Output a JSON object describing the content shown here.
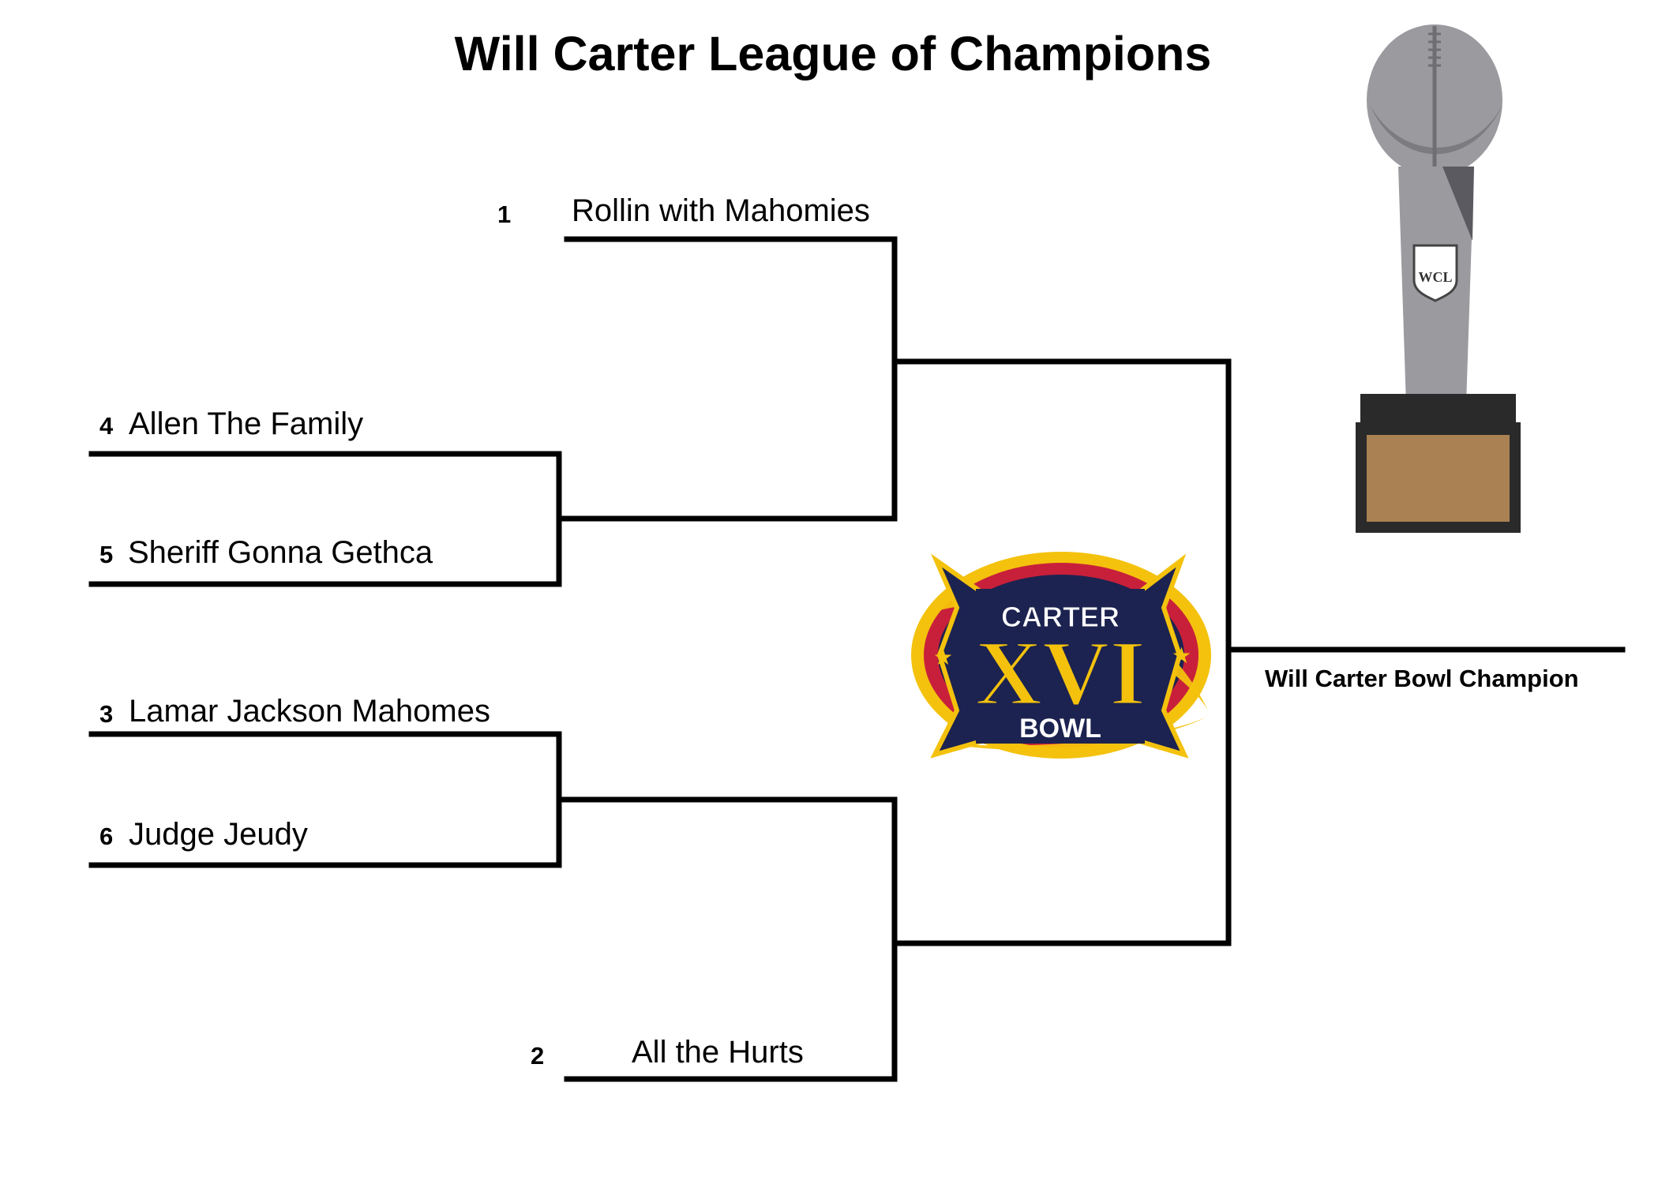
{
  "title": "Will Carter League of Champions",
  "teams": [
    {
      "seed": "1",
      "name": "Rollin with Mahomies"
    },
    {
      "seed": "4",
      "name": "Allen The Family"
    },
    {
      "seed": "5",
      "name": "Sheriff Gonna Gethca"
    },
    {
      "seed": "3",
      "name": "Lamar Jackson Mahomes"
    },
    {
      "seed": "6",
      "name": "Judge Jeudy"
    },
    {
      "seed": "2",
      "name": "All the Hurts"
    }
  ],
  "champion_label": "Will Carter Bowl Champion",
  "logo": {
    "top_text": "CARTER",
    "numeral": "XVI",
    "bottom_text": "BOWL"
  },
  "trophy": {
    "shield_text": "WCL"
  },
  "colors": {
    "line": "#000000",
    "logo_navy": "#1c2350",
    "logo_gold": "#f4c20d",
    "logo_red": "#c8203a",
    "trophy_silver": "#9b9a9e",
    "trophy_base": "#2a2a2a",
    "plaque": "#a98152"
  }
}
